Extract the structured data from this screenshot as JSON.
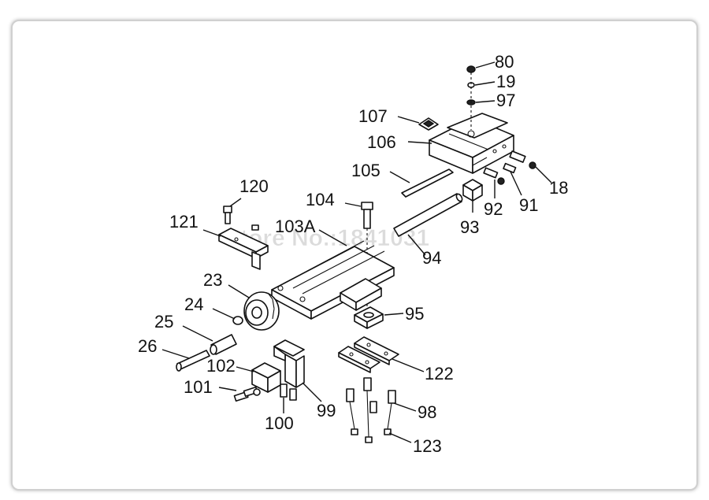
{
  "watermark": "Store No.:1841031",
  "parts": {
    "p80": "80",
    "p19": "19",
    "p97": "97",
    "p107": "107",
    "p106": "106",
    "p18": "18",
    "p105": "105",
    "p91": "91",
    "p92": "92",
    "p93": "93",
    "p120": "120",
    "p104": "104",
    "p121": "121",
    "p103a": "103A",
    "p94": "94",
    "p23": "23",
    "p24": "24",
    "p25": "25",
    "p95": "95",
    "p26": "26",
    "p102": "102",
    "p122": "122",
    "p101": "101",
    "p99": "99",
    "p98": "98",
    "p100": "100",
    "p123": "123"
  }
}
